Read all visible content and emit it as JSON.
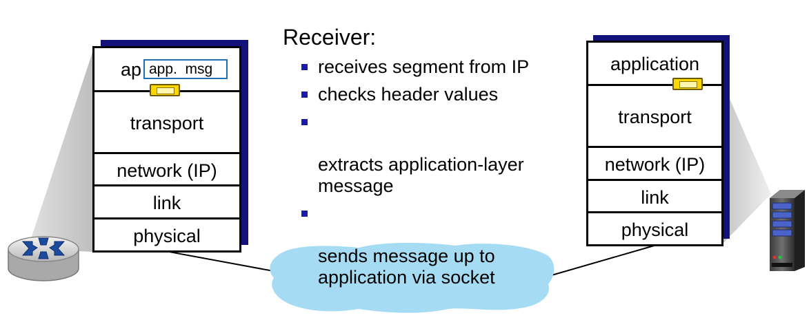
{
  "sender": {
    "layers": [
      "ap",
      "transport",
      "network (IP)",
      "link",
      "physical"
    ],
    "message": "app.  msg"
  },
  "receiver_text": {
    "title": "Receiver:",
    "bullets": [
      "receives segment from IP",
      "checks header values",
      "extracts application-layer\nmessage",
      "sends message up to\napplication via socket"
    ]
  },
  "receiver": {
    "layers": [
      "application",
      "transport",
      "network (IP)",
      "link",
      "physical"
    ]
  },
  "icons": [
    "router-icon",
    "server-icon",
    "network-cloud-icon",
    "segment-header-icon"
  ],
  "colors": {
    "stack_shadow": "#12127a",
    "message_border": "#1f6fb4",
    "header_fill": "#ffd700",
    "cloud": "#a6dcf3",
    "bullet": "#1a1aa8"
  }
}
